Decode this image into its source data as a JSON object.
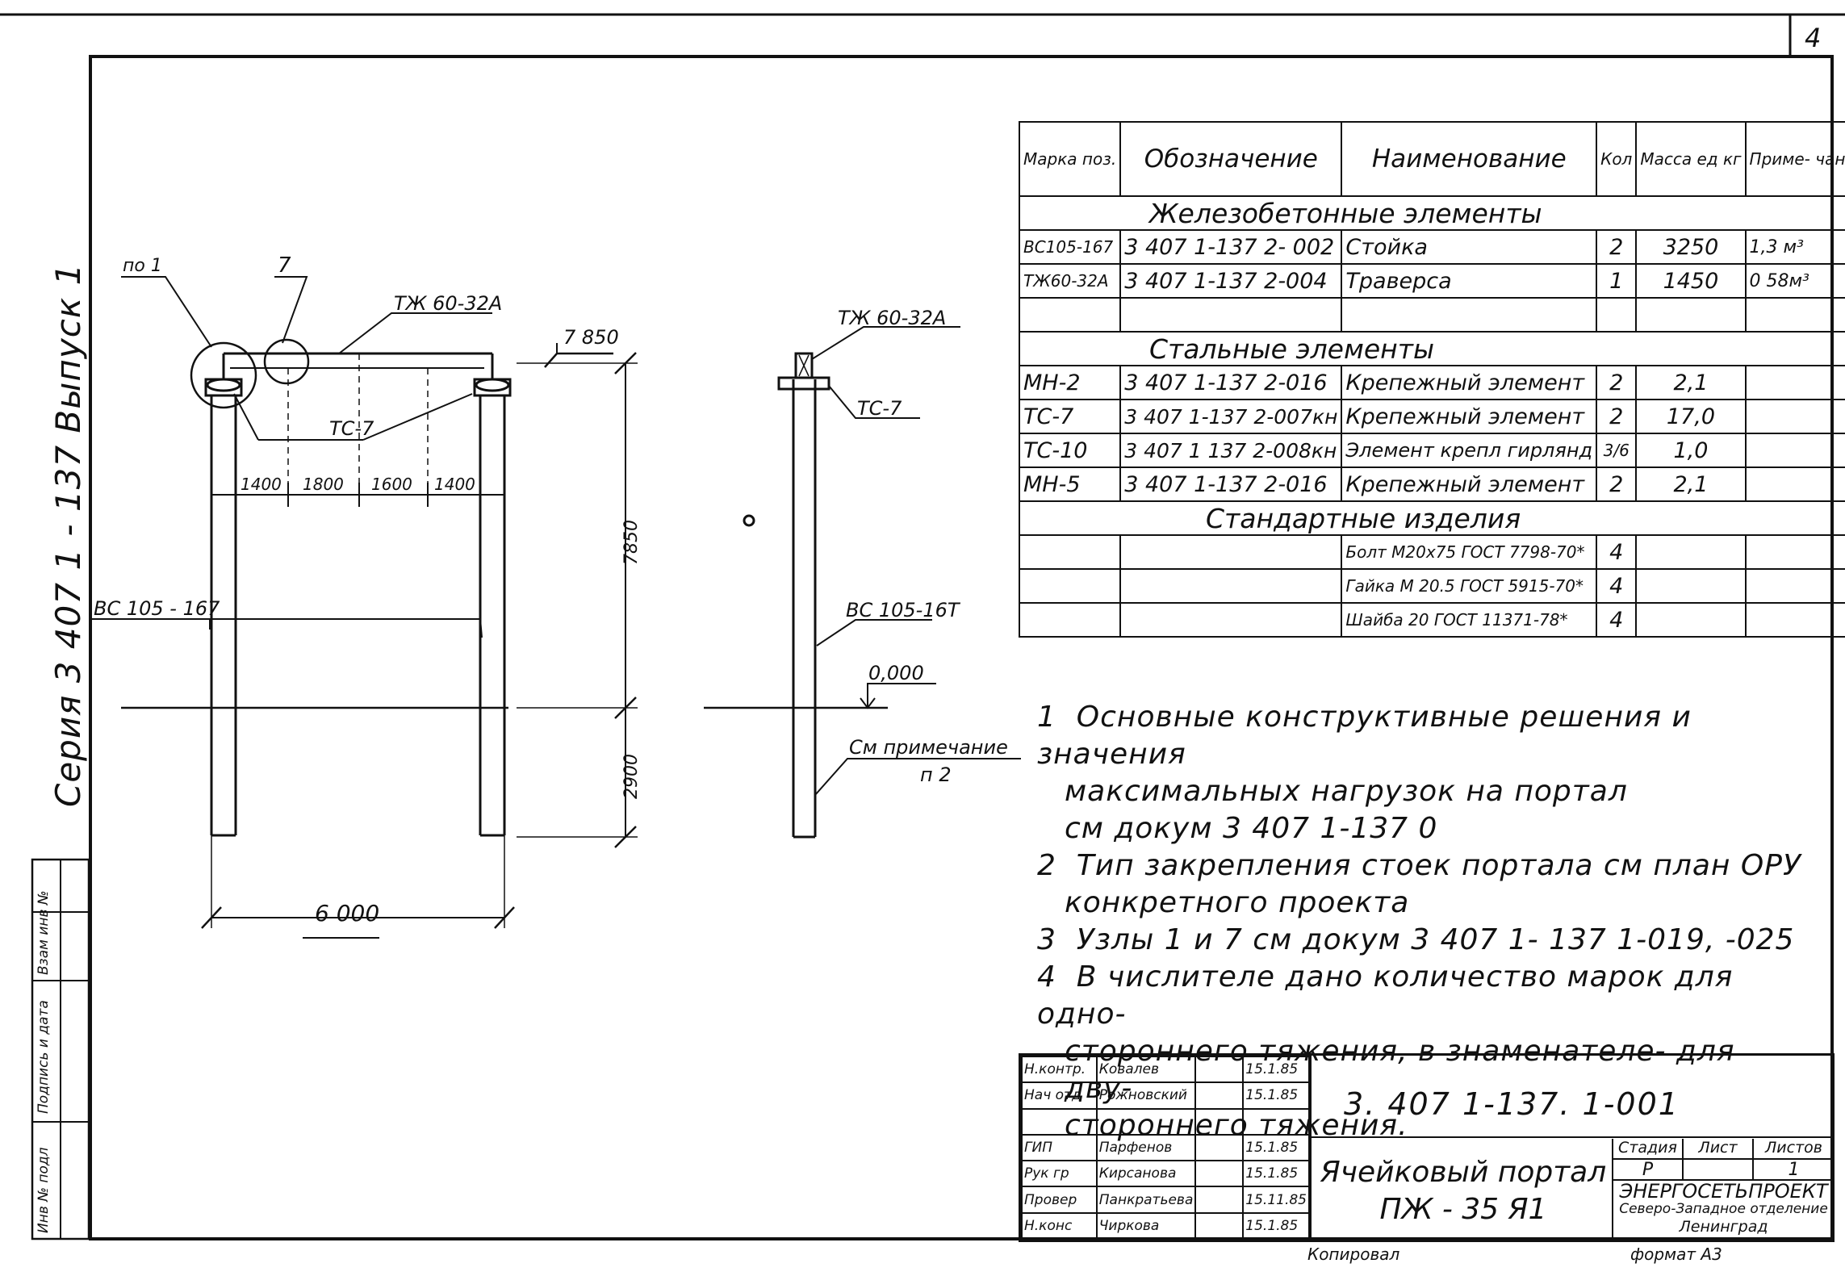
{
  "sheet_number": "4",
  "series_label": "Серия  3 407 1 - 137  Выпуск 1",
  "stamp_fields": [
    "Инв № подл",
    "Подпись и дата",
    "Взам инв №"
  ],
  "drawing": {
    "labels": {
      "uzel1": "по 1",
      "uzel7": "7",
      "traverse_front": "ТЖ 60-32А",
      "traverse_side": "ТЖ 60-32А",
      "tc7_front": "ТС-7",
      "tc7_side": "ТС-7",
      "elev_top": "7 850",
      "dim_1400a": "1400",
      "dim_1800a": "1800",
      "dim_1600": "1600",
      "dim_1400b": "1400",
      "dim_7850": "7850",
      "dim_2900": "2900",
      "dim_6000": "6 000",
      "column_front": "ВС 105 - 167",
      "column_side": "ВС 105-16Т",
      "zero_level": "0,000",
      "note_ref_1": "См примечание",
      "note_ref_2": "п 2"
    }
  },
  "table": {
    "headers": [
      "Марка поз.",
      "Обозначение",
      "Наименование",
      "Кол",
      "Масса ед кг",
      "Приме- чание"
    ],
    "rows": [
      {
        "type": "section",
        "text": "Железобетонные   элементы"
      },
      {
        "mark": "ВС105-167",
        "desig": "3 407 1-137  2- 002",
        "name": "Стойка",
        "qty": "2",
        "mass": "3250",
        "note": "1,3 м³"
      },
      {
        "mark": "ТЖ60-32А",
        "desig": "3 407 1-137  2-004",
        "name": "Траверса",
        "qty": "1",
        "mass": "1450",
        "note": "0 58м³"
      },
      {
        "mark": "",
        "desig": "",
        "name": "",
        "qty": "",
        "mass": "",
        "note": ""
      },
      {
        "type": "section",
        "text": "Стальные   элементы"
      },
      {
        "mark": "МН-2",
        "desig": "3 407 1-137   2-016",
        "name": "Крепежный элемент",
        "qty": "2",
        "mass": "2,1",
        "note": ""
      },
      {
        "mark": "ТС-7",
        "desig": "3 407 1-137   2-007кн",
        "name": "Крепежный элемент",
        "qty": "2",
        "mass": "17,0",
        "note": ""
      },
      {
        "mark": "ТС-10",
        "desig": "3 407 1 137   2-008кн",
        "name": "Элемент крепл гирлянд",
        "qty": "3/6",
        "mass": "1,0",
        "note": ""
      },
      {
        "mark": "МН-5",
        "desig": "3 407 1-137   2-016",
        "name": "Крепежный элемент",
        "qty": "2",
        "mass": "2,1",
        "note": ""
      },
      {
        "type": "section",
        "text": "Стандартные изделия"
      },
      {
        "mark": "",
        "desig": "",
        "name": "Болт М20х75 ГОСТ 7798-70*",
        "qty": "4",
        "mass": "",
        "note": ""
      },
      {
        "mark": "",
        "desig": "",
        "name": "Гайка М 20.5 ГОСТ 5915-70*",
        "qty": "4",
        "mass": "",
        "note": ""
      },
      {
        "mark": "",
        "desig": "",
        "name": "Шайба 20 ГОСТ 11371-78*",
        "qty": "4",
        "mass": "",
        "note": ""
      }
    ]
  },
  "notes": [
    {
      "num": "1",
      "lines": [
        "Основные  конструктивные  решения  и значения",
        "максимальных  нагрузок  на  портал",
        "см  докум   3 407 1-137 0"
      ]
    },
    {
      "num": "2",
      "lines": [
        "Тип  закрепления  стоек  портала  см  план  ОРУ",
        "конкретного  проекта"
      ]
    },
    {
      "num": "3",
      "lines": [
        "Узлы   1 и 7  см докум  3 407 1- 137   1-019,  -025"
      ]
    },
    {
      "num": "4",
      "lines": [
        "В  числителе  дано  количество  марок  для  одно-",
        "стороннего  тяжения,  в  знаменателе- для  дву-",
        "стороннего   тяжения."
      ]
    }
  ],
  "title_block": {
    "code": "3. 407  1-137. 1-001",
    "title_line1": "Ячейковый  портал",
    "title_line2": "ПЖ - 35 Я1",
    "people": [
      {
        "role": "Н.контр.",
        "name": "Ковалев",
        "date": "15.1.85"
      },
      {
        "role": "Нач отд",
        "name": "Рожновский",
        "date": "15.1.85"
      },
      {
        "role": "",
        "name": "",
        "date": ""
      },
      {
        "role": "ГИП",
        "name": "Парфенов",
        "date": "15.1.85"
      },
      {
        "role": "Рук гр",
        "name": "Кирсанова",
        "date": "15.1.85"
      },
      {
        "role": "Провер",
        "name": "Панкратьева",
        "date": "15.11.85"
      },
      {
        "role": "Н.конс",
        "name": "Чиркова",
        "date": "15.1.85"
      }
    ],
    "stage_label": "Стадия",
    "sheet_label": "Лист",
    "sheets_label": "Листов",
    "stage": "Р",
    "sheet": "",
    "sheets": "1",
    "org_line1": "ЭНЕРГОСЕТЬПРОЕКТ",
    "org_line2": "Северо-Западное отделение",
    "org_line3": "Ленинград"
  },
  "footer": {
    "copied": "Копировал",
    "format": "формат А3"
  }
}
